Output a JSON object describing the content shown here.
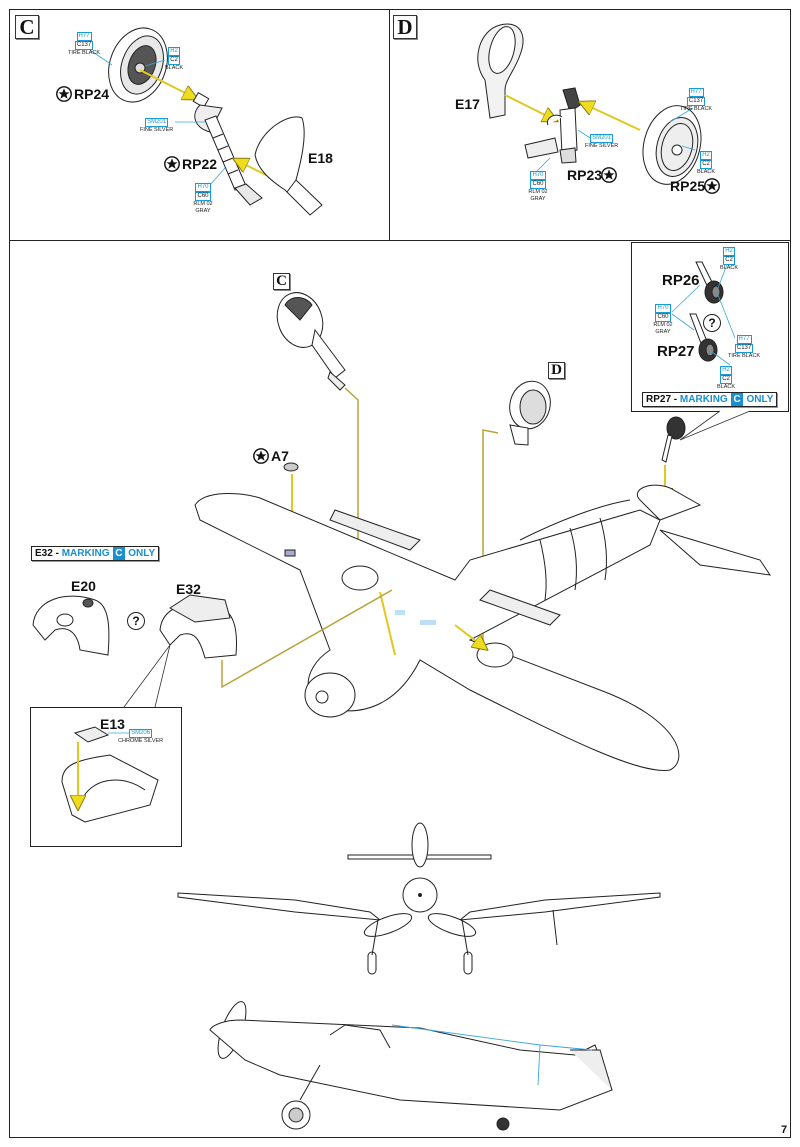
{
  "page": {
    "number": "7"
  },
  "colors": {
    "accent_blue": "#1a8fd0",
    "guide_yellow": "#e8d21d",
    "guide_olive": "#b8a23a",
    "outline": "#222222"
  },
  "step_c": {
    "letter": "C",
    "parts": {
      "wheel": "RP24",
      "strut": "RP22",
      "cover": "E18"
    },
    "paints": [
      {
        "target": "tire",
        "codes": [
          "H77",
          "C137"
        ],
        "name": "TIRE BLACK"
      },
      {
        "target": "hub",
        "codes": [
          "H2",
          "C2"
        ],
        "name": "BLACK"
      },
      {
        "target": "oleo",
        "codes": [
          "SM201"
        ],
        "name": "FINE SILVER"
      },
      {
        "target": "strut",
        "codes": [
          "H70",
          "C60"
        ],
        "name": "RLM 02 GRAY"
      }
    ]
  },
  "step_d": {
    "letter": "D",
    "parts": {
      "cover": "E17",
      "strut": "RP23",
      "wheel": "RP25"
    },
    "paints": [
      {
        "target": "tire",
        "codes": [
          "H77",
          "C137"
        ],
        "name": "TIRE BLACK"
      },
      {
        "target": "hub",
        "codes": [
          "H2",
          "C2"
        ],
        "name": "BLACK"
      },
      {
        "target": "oleo",
        "codes": [
          "SM201"
        ],
        "name": "FINE SILVER"
      },
      {
        "target": "strut",
        "codes": [
          "H70",
          "C60"
        ],
        "name": "RLM 02 GRAY"
      }
    ]
  },
  "tailwheel": {
    "parts": [
      "RP26",
      "RP27"
    ],
    "option_symbol": "?",
    "paints": [
      {
        "target": "rp26-hub",
        "codes": [
          "H2",
          "C2"
        ],
        "name": "BLACK"
      },
      {
        "target": "strut",
        "codes": [
          "H70",
          "C60"
        ],
        "name": "RLM 02 GRAY"
      },
      {
        "target": "tire",
        "codes": [
          "H77",
          "C137"
        ],
        "name": "TIRE BLACK"
      },
      {
        "target": "rp27-hub",
        "codes": [
          "H2",
          "C2"
        ],
        "name": "BLACK"
      }
    ],
    "note": {
      "part": "RP27",
      "dash": "-",
      "word1": "MARKING",
      "letter": "C",
      "word2": "ONLY"
    }
  },
  "main": {
    "callout_c": "C",
    "callout_d": "D",
    "resin_part": "A7",
    "note_e32": {
      "part": "E32",
      "dash": "-",
      "word1": "MARKING",
      "letter": "C",
      "word2": "ONLY"
    },
    "options": {
      "a": "E20",
      "b": "E32",
      "symbol": "?"
    },
    "detail": {
      "part": "E13",
      "paint_code": "SM206",
      "paint_name": "CHROME SILVER"
    }
  }
}
